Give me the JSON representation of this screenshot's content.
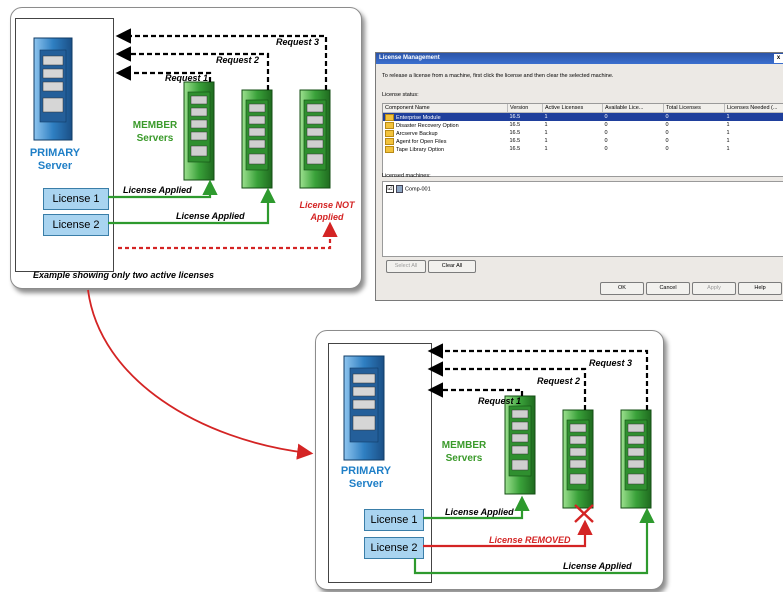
{
  "top_diagram": {
    "requests": [
      "Request 1",
      "Request 2",
      "Request 3"
    ],
    "primary_label": [
      "PRIMARY",
      "Server"
    ],
    "member_label": [
      "MEMBER",
      "Servers"
    ],
    "licenses": [
      "License 1",
      "License 2"
    ],
    "applied_label": "License Applied",
    "not_applied_label": [
      "License NOT",
      "Applied"
    ],
    "caption": "Example showing only two active licenses"
  },
  "bottom_diagram": {
    "requests": [
      "Request 1",
      "Request 2",
      "Request 3"
    ],
    "primary_label": [
      "PRIMARY",
      "Server"
    ],
    "member_label": [
      "MEMBER",
      "Servers"
    ],
    "licenses": [
      "License 1",
      "License 2"
    ],
    "applied_label": "License Applied",
    "removed_label": "License REMOVED"
  },
  "dialog": {
    "title": "License Management",
    "close_glyph": "x",
    "instruction": "To release a license from a machine, first click the license and then clear the selected machine.",
    "status_label": "License status:",
    "columns": [
      "Component Name",
      "Version",
      "Active Licenses",
      "Available Lice...",
      "Total Licenses",
      "Licenses Needed (..."
    ],
    "rows": [
      [
        "Enterprise Module",
        "16.5",
        "1",
        "0",
        "0",
        "1"
      ],
      [
        "Disaster Recovery Option",
        "16.5",
        "1",
        "0",
        "0",
        "1"
      ],
      [
        "Arcserve Backup",
        "16.5",
        "1",
        "0",
        "0",
        "1"
      ],
      [
        "Agent for Open Files",
        "16.5",
        "1",
        "0",
        "0",
        "1"
      ],
      [
        "Tape Library Option",
        "16.5",
        "1",
        "0",
        "0",
        "1"
      ]
    ],
    "machines_label": "Licensed machines:",
    "machine": {
      "name": "Comp-001",
      "checked": "☑"
    },
    "buttons": {
      "select_all": "Select All",
      "clear_all": "Clear All",
      "ok": "OK",
      "cancel": "Cancel",
      "apply": "Apply",
      "help": "Help"
    }
  },
  "colors": {
    "server_blue": "#2f7fc2",
    "server_green": "#3aa23a",
    "member_text": "#3a9a2a",
    "primary_text": "#1f7fc7",
    "applied_line": "#2e9a2e",
    "not_applied": "#d42424",
    "connector": "#d42424"
  }
}
